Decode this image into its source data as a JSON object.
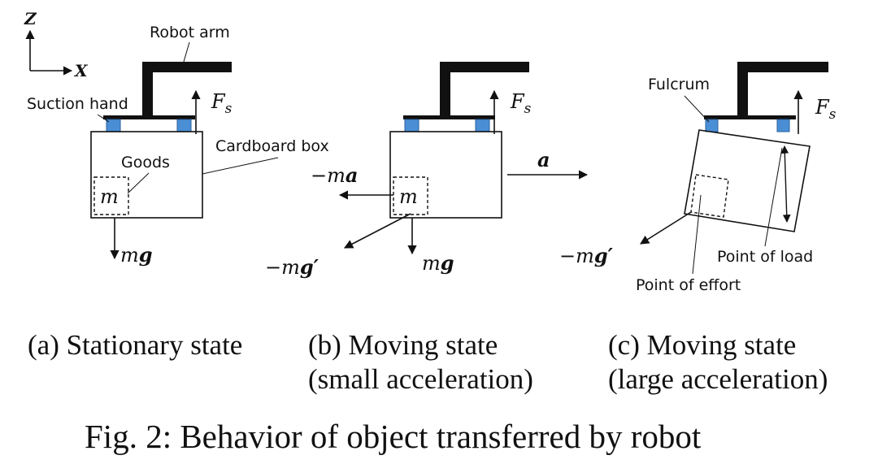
{
  "labels": {
    "axis_z": "Z",
    "axis_x": "X",
    "robot_arm": "Robot arm",
    "suction_hand": "Suction hand",
    "cardboard_box": "Cardboard box",
    "goods": "Goods",
    "fulcrum": "Fulcrum",
    "point_of_load": "Point of load",
    "point_of_effort": "Point of effort"
  },
  "math": {
    "mass": "m",
    "force_f": "F",
    "force_sub": "s",
    "weight_m": "m",
    "weight_g": "g",
    "neg_m": "−m",
    "vec_a": "a",
    "vec_gprime": "g′"
  },
  "captions": {
    "a_line1": "(a) Stationary state",
    "b_line1": "(b) Moving state",
    "b_line2": "(small acceleration)",
    "c_line1": "(c) Moving state",
    "c_line2": "(large acceleration)",
    "figure": "Fig. 2: Behavior of object transferred by robot"
  },
  "colors": {
    "ink": "#111111",
    "suction_pad": "#4a8fd6",
    "suction_pad_edge": "#2a5f9a"
  }
}
